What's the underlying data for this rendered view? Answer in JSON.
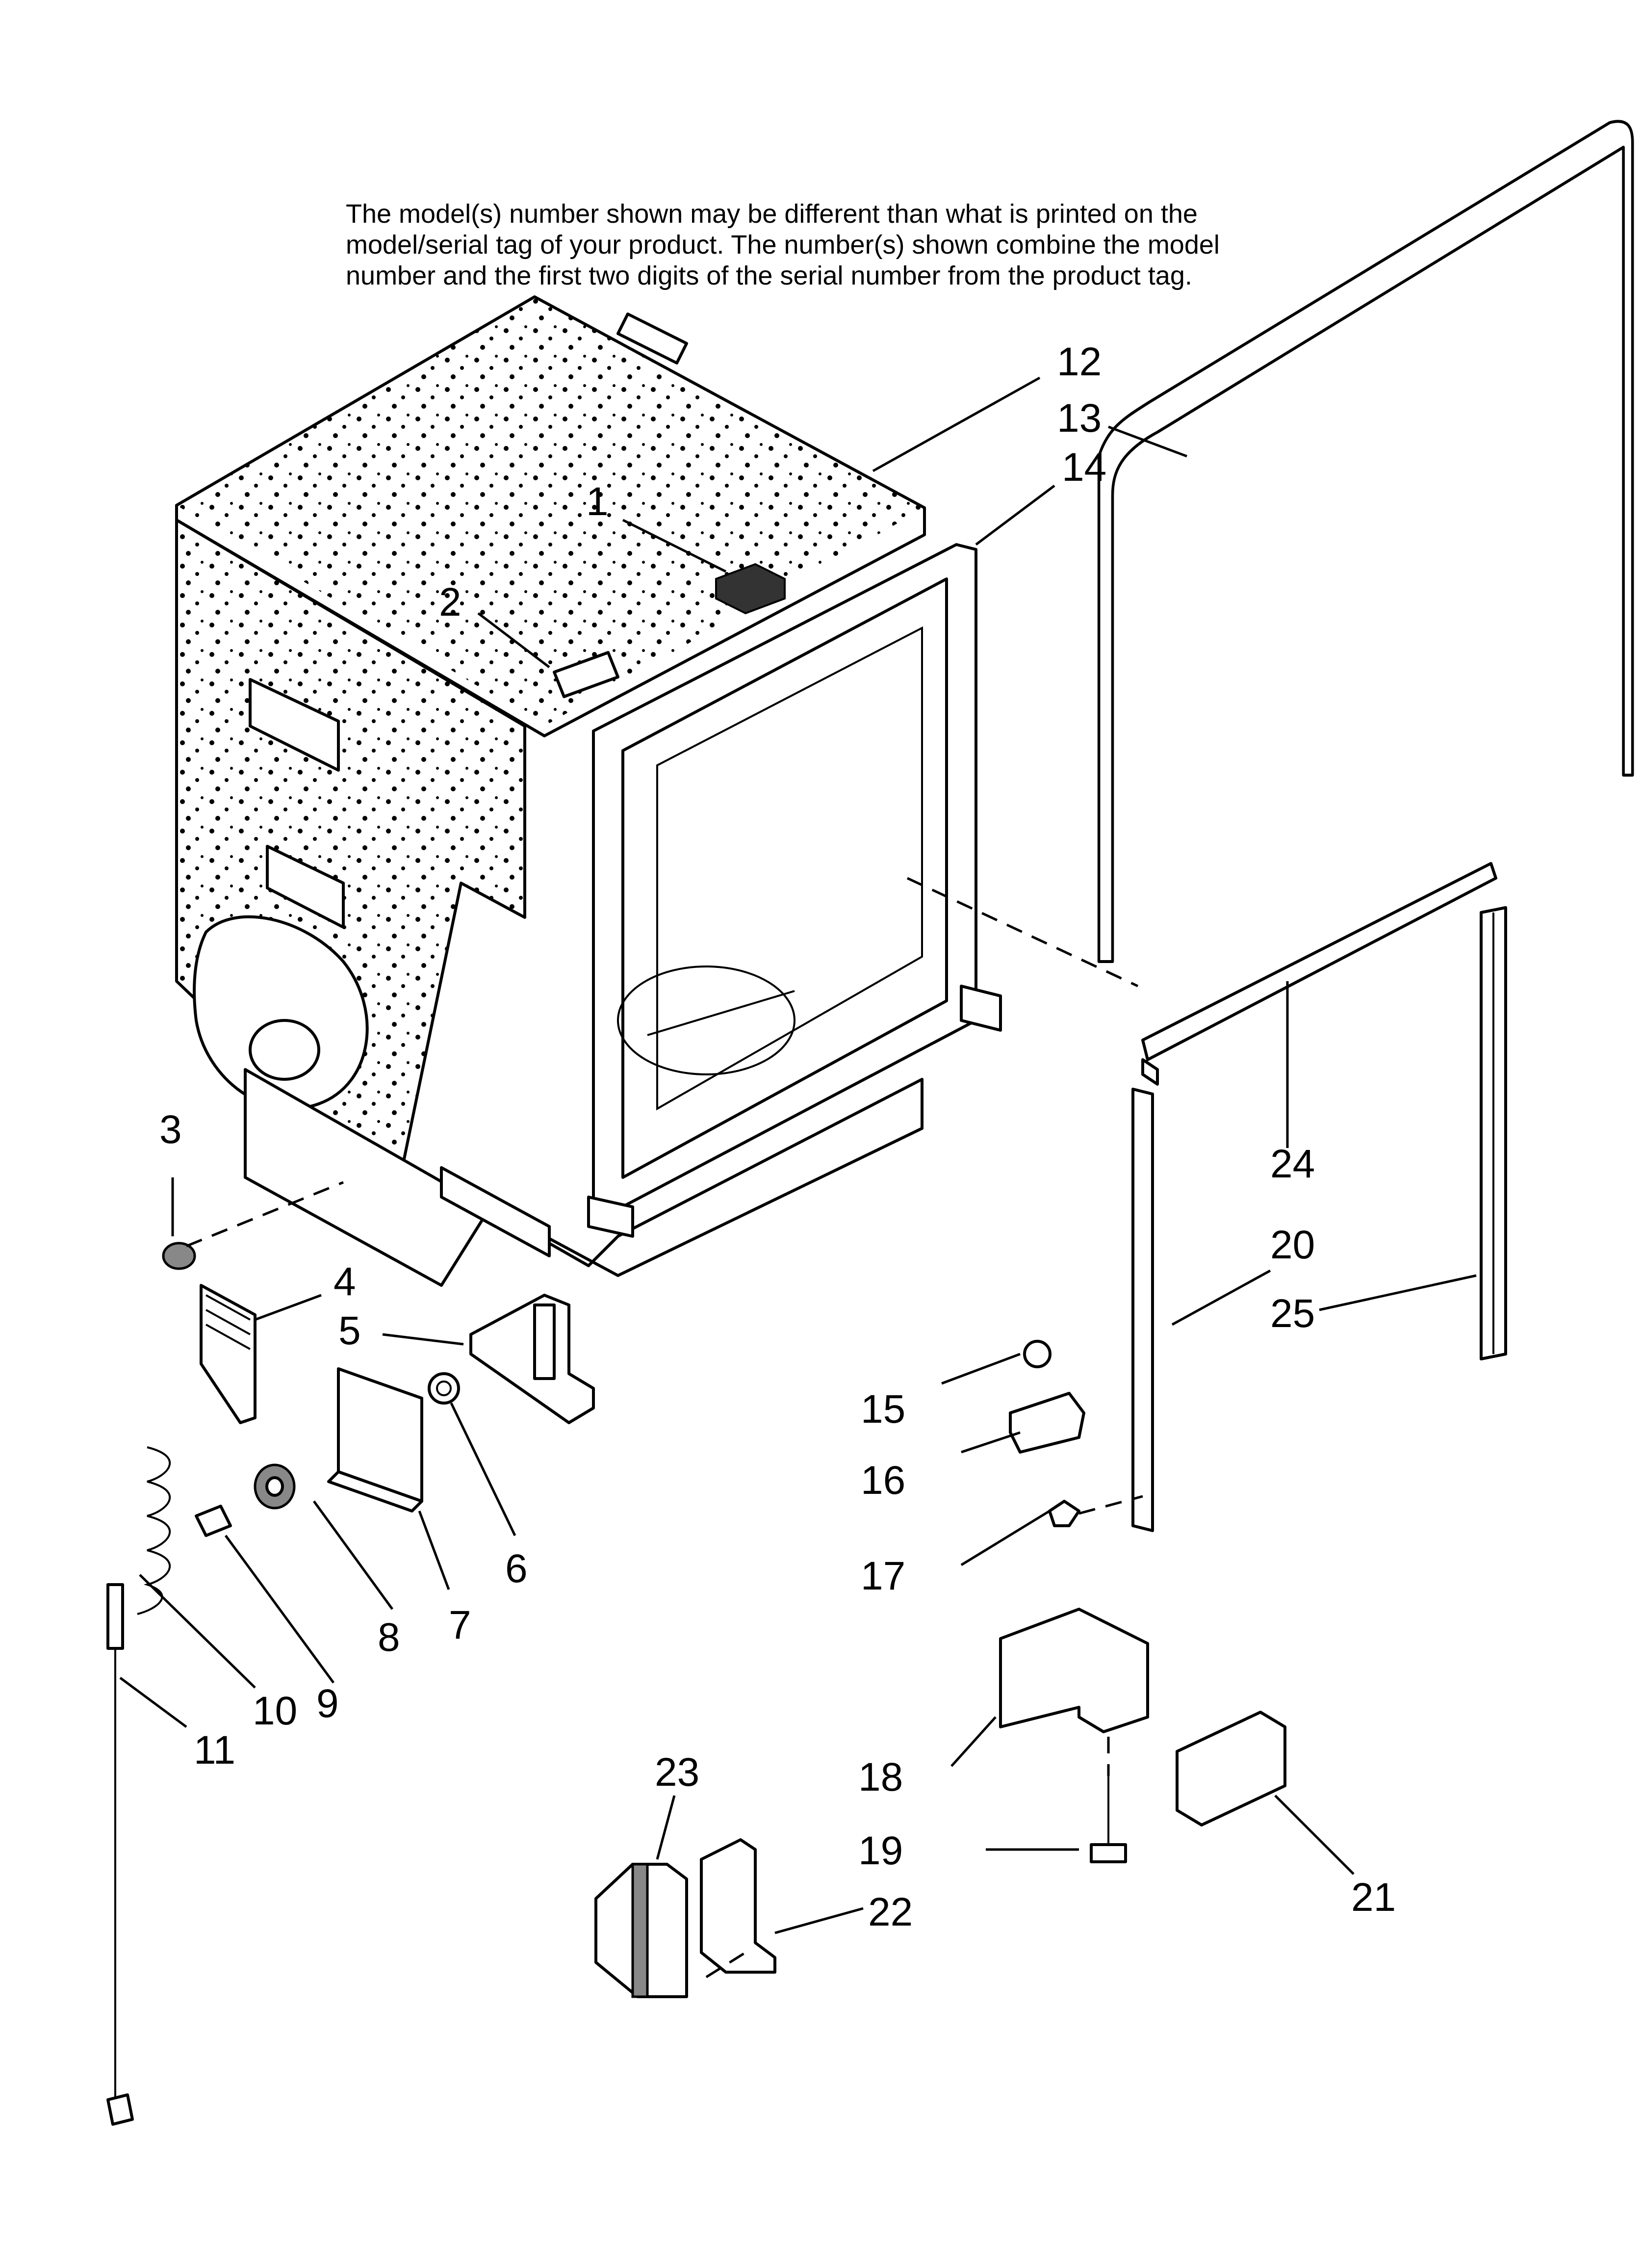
{
  "note": {
    "lines": [
      "The model(s) number shown may be different than what is printed on the",
      "model/serial tag of your product. The number(s) shown combine the model",
      "number and the first two digits of the serial number from the product tag."
    ]
  },
  "callouts": [
    "1",
    "2",
    "3",
    "4",
    "5",
    "6",
    "7",
    "8",
    "9",
    "10",
    "11",
    "12",
    "13",
    "14",
    "15",
    "16",
    "17",
    "18",
    "19",
    "20",
    "21",
    "22",
    "23",
    "24",
    "25"
  ]
}
